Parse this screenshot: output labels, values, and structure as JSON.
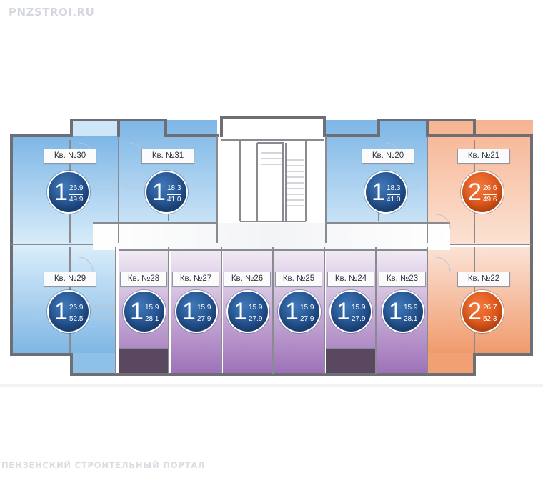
{
  "watermarks": {
    "site": "PNZSTROI.RU",
    "portal": "ПЕНЗЕНСКИЙ СТРОИТЕЛЬНЫЙ ПОРТАЛ"
  },
  "colors": {
    "blue": "#2f6bad",
    "orange": "#e0581c",
    "purple": "#a77dbd",
    "wall": "#6b6b70",
    "room_blue": "#8fc3ea",
    "room_orange": "#f3a67f",
    "room_purple": "#b590cc"
  },
  "apartments": [
    {
      "id": "30",
      "label": "Кв. №30",
      "rooms": "1",
      "living": "26.9",
      "total": "49.9",
      "color": "blue"
    },
    {
      "id": "31",
      "label": "Кв. №31",
      "rooms": "1",
      "living": "18.3",
      "total": "41.0",
      "color": "blue"
    },
    {
      "id": "20",
      "label": "Кв. №20",
      "rooms": "1",
      "living": "18.3",
      "total": "41.0",
      "color": "blue"
    },
    {
      "id": "21",
      "label": "Кв. №21",
      "rooms": "2",
      "living": "26.6",
      "total": "49.6",
      "color": "orange"
    },
    {
      "id": "29",
      "label": "Кв. №29",
      "rooms": "1",
      "living": "26.9",
      "total": "52.5",
      "color": "blue"
    },
    {
      "id": "28",
      "label": "Кв. №28",
      "rooms": "1",
      "living": "15.9",
      "total": "28.1",
      "color": "blue"
    },
    {
      "id": "27",
      "label": "Кв. №27",
      "rooms": "1",
      "living": "15.9",
      "total": "27.9",
      "color": "blue"
    },
    {
      "id": "26",
      "label": "Кв. №26",
      "rooms": "1",
      "living": "15.9",
      "total": "27.9",
      "color": "blue"
    },
    {
      "id": "25",
      "label": "Кв. №25",
      "rooms": "1",
      "living": "15.9",
      "total": "27.9",
      "color": "blue"
    },
    {
      "id": "24",
      "label": "Кв. №24",
      "rooms": "1",
      "living": "15.9",
      "total": "27.9",
      "color": "blue"
    },
    {
      "id": "23",
      "label": "Кв. №23",
      "rooms": "1",
      "living": "15.9",
      "total": "28.1",
      "color": "blue"
    },
    {
      "id": "22",
      "label": "Кв. №22",
      "rooms": "2",
      "living": "26.7",
      "total": "52.3",
      "color": "orange"
    }
  ]
}
